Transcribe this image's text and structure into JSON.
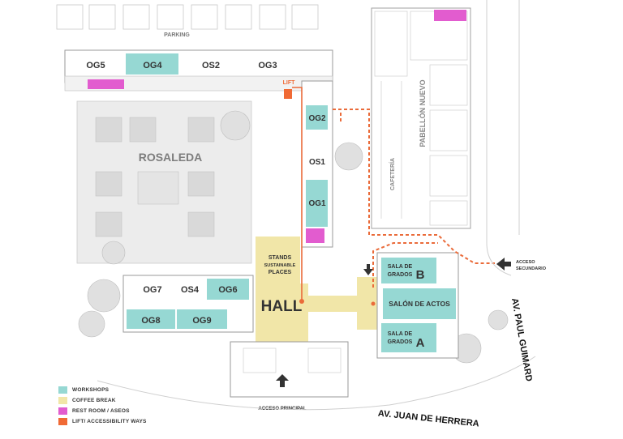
{
  "colors": {
    "workshops": "#96d8d3",
    "coffee": "#f1e6a8",
    "restroom": "#e25ccf",
    "lift": "#f06a35",
    "building": "#ffffff",
    "outline": "#9a9a9a",
    "garden": "#e8e8e8",
    "route": "#ea6b3a",
    "arrow": "#333333"
  },
  "labels": {
    "parking": "PARKING",
    "rosaleda": "ROSALEDA",
    "pabellon": "PABELLÓN NUEVO",
    "cafeteria": "CAFETERÍA",
    "hall": "HALL",
    "stands_line1": "STANDS",
    "stands_line2": "SUSTAINABLE",
    "stands_line3": "PLACES",
    "lift": "LIFT",
    "acceso_secundario_line1": "ACCESO",
    "acceso_secundario_line2": "SECUNDARIO",
    "acceso_principal": "ACCESO PRINCIPAL",
    "street_east": "AV. PAUL GUIMARD",
    "street_south": "AV. JUAN DE HERRERA"
  },
  "rooms": {
    "og5": "OG5",
    "og4": "OG4",
    "os2": "OS2",
    "og3": "OG3",
    "og2": "OG2",
    "os1": "OS1",
    "og1": "OG1",
    "og7": "OG7",
    "os4": "OS4",
    "og6": "OG6",
    "og8": "OG8",
    "og9": "OG9",
    "sala_b_line1": "SALA DE",
    "sala_b_line2": "GRADOS",
    "sala_b_letter": "B",
    "salon": "SALÓN DE ACTOS",
    "sala_a_line1": "SALA DE",
    "sala_a_line2": "GRADOS",
    "sala_a_letter": "A"
  },
  "legend": [
    {
      "label": "WORKSHOPS",
      "color": "#96d8d3"
    },
    {
      "label": "COFFEE BREAK",
      "color": "#f1e6a8"
    },
    {
      "label": "REST ROOM / ASEOS",
      "color": "#e25ccf"
    },
    {
      "label": "LIFT/ ACCESSIBILITY WAYS",
      "color": "#f06a35"
    }
  ]
}
